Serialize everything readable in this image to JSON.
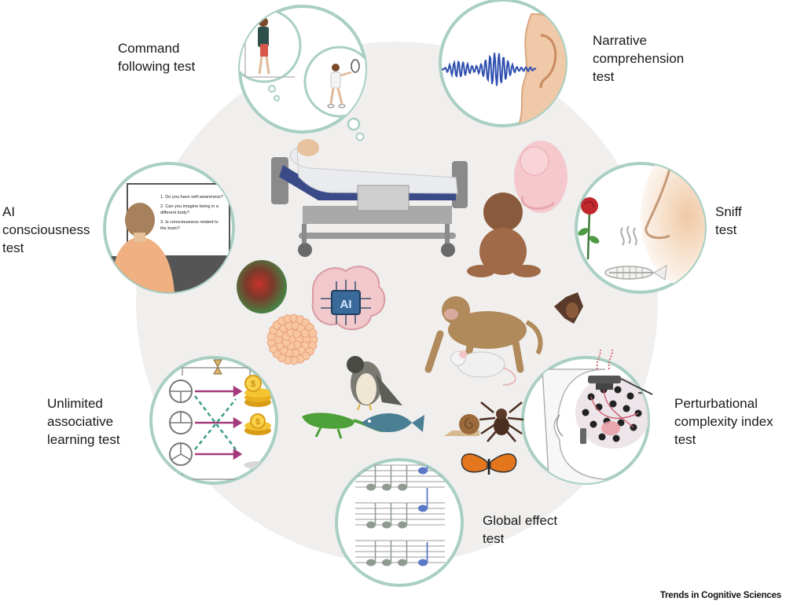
{
  "labels": {
    "command": "Command\nfollowing test",
    "narrative": "Narrative\ncomprehension\ntest",
    "ai": "AI\nconsciousness\ntest",
    "sniff": "Sniff\ntest",
    "ual": "Unlimited\nassociative\nlearning test",
    "pci": "Perturbational\ncomplexity index\ntest",
    "global": "Global effect\ntest"
  },
  "ai_questions": [
    "1. Do you have self-awareness?",
    "2. Can you imagine being in a",
    "different body?",
    "3. Is consciousness related to",
    "the brain?"
  ],
  "chip_text": "AI",
  "credit": "Trends in Cognitive Sciences",
  "colors": {
    "ring": "#a9cfc3",
    "background_disc": "#f1efed",
    "arrow_magenta": "#a43a7c",
    "arrow_teal": "#3d9a8b",
    "note_blue": "#5a78c8"
  }
}
